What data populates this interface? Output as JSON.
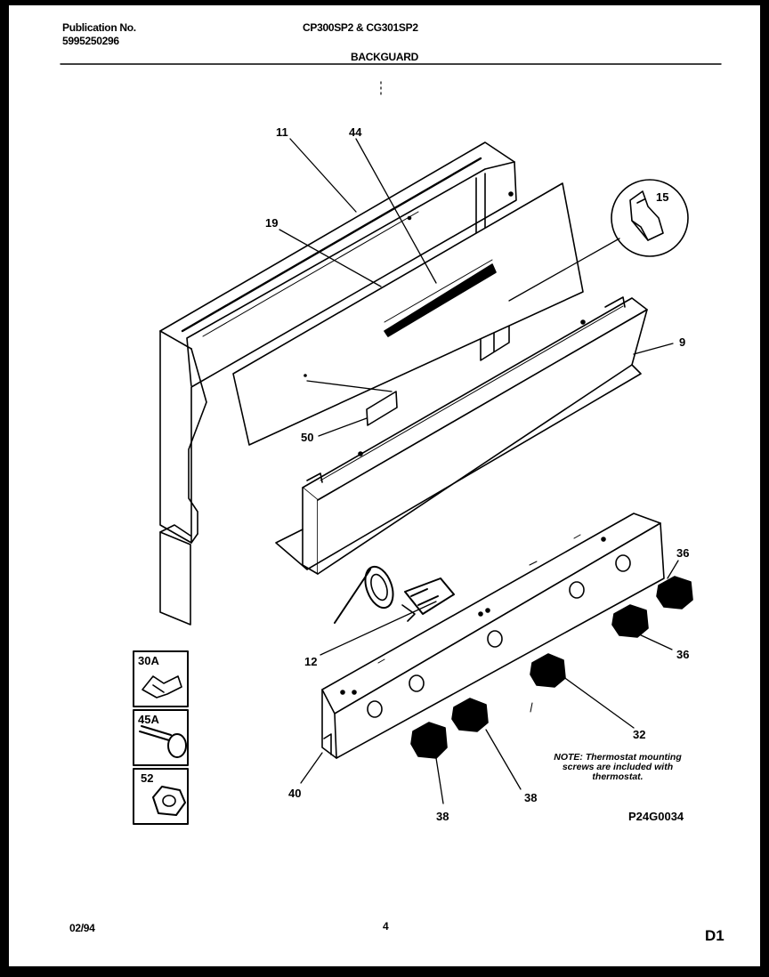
{
  "header": {
    "publication_label": "Publication No.",
    "publication_number": "5995250296",
    "model_numbers": "CP300SP2 & CG301SP2",
    "section_title": "BACKGUARD"
  },
  "callouts": {
    "c11": "11",
    "c44": "44",
    "c19": "19",
    "c15": "15",
    "c9": "9",
    "c50": "50",
    "c12": "12",
    "c36a": "36",
    "c36b": "36",
    "c32": "32",
    "c38a": "38",
    "c38b": "38",
    "c40": "40",
    "c30a": "30A",
    "c45a": "45A",
    "c52": "52"
  },
  "note": {
    "line1": "NOTE: Thermostat mounting",
    "line2": "screws are included with",
    "line3": "thermostat."
  },
  "figure_id": "P24G0034",
  "footer": {
    "date": "02/94",
    "page_number": "4",
    "section_code": "D1"
  }
}
